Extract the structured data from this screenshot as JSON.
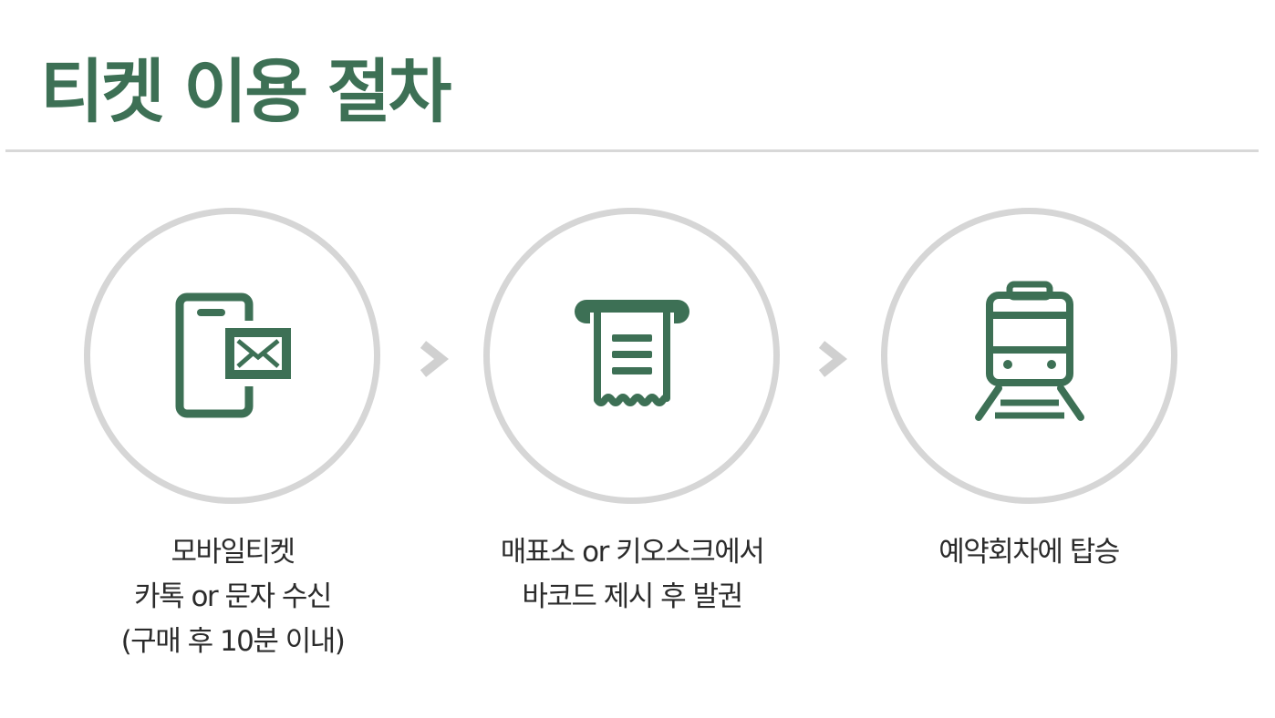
{
  "title": "티켓 이용 절차",
  "colors": {
    "accent": "#3d7055",
    "circle_border": "#d6d6d6",
    "arrow": "#d0d0d0",
    "divider": "#d8d8d8",
    "text": "#2b2b2b"
  },
  "steps": [
    {
      "icon": "mobile-message-icon",
      "lines": [
        "모바일티켓",
        "카톡 or 문자 수신",
        "(구매 후 10분 이내)"
      ]
    },
    {
      "icon": "receipt-icon",
      "lines": [
        "매표소 or 키오스크에서",
        "바코드 제시 후 발권"
      ]
    },
    {
      "icon": "train-icon",
      "lines": [
        "예약회차에 탑승"
      ]
    }
  ],
  "separators": [
    "chevron-right-icon",
    "chevron-right-icon"
  ]
}
